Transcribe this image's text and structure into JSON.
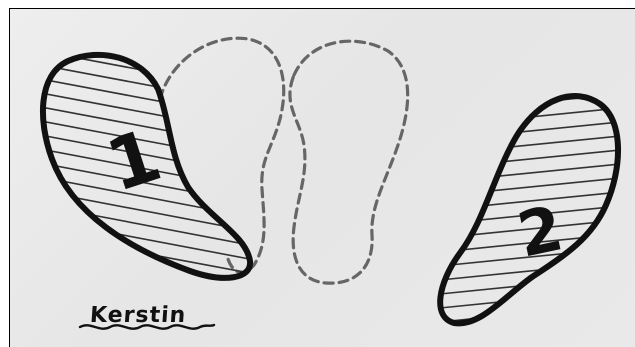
{
  "drawing": {
    "left_footprint_number": "1",
    "right_footprint_number": "2",
    "signature": "Kerstin",
    "ink_color": "#111111",
    "paper_color": "#e8e8e8",
    "dash_color": "#666666"
  }
}
